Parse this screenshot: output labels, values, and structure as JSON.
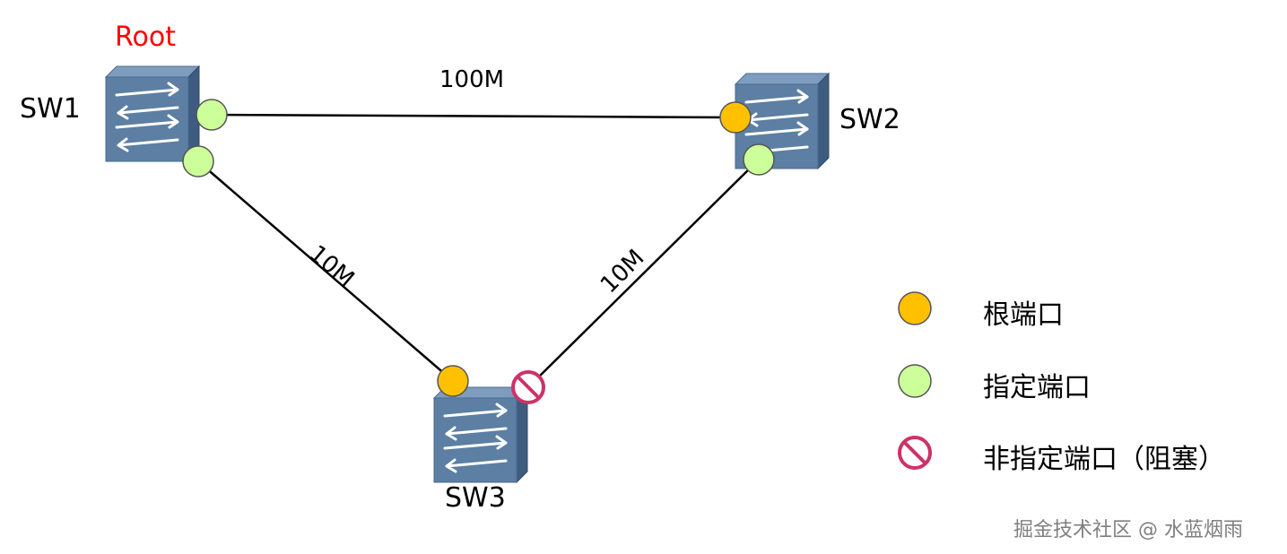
{
  "root_label": "Root",
  "switches": [
    {
      "name": "SW1"
    },
    {
      "name": "SW2"
    },
    {
      "name": "SW3"
    }
  ],
  "links": [
    {
      "label": "100M"
    },
    {
      "label": "10M"
    },
    {
      "label": "10M"
    }
  ],
  "legend": [
    {
      "icon": "root-port-icon",
      "label": "根端口"
    },
    {
      "icon": "designated-port-icon",
      "label": "指定端口"
    },
    {
      "icon": "blocked-port-icon",
      "label": "非指定端口（阻塞）"
    }
  ],
  "watermark": "掘金技术社区 @ 水蓝烟雨",
  "colors": {
    "root_port": "#FFC000",
    "designated_port": "#CCFF99",
    "blocked_port": "#CC3366",
    "root_text": "#FF0000",
    "switch_front": "#5C7FA3",
    "switch_side": "#3E5C80",
    "switch_top": "#7E9CBD",
    "watermark": "#7F7F7F"
  }
}
